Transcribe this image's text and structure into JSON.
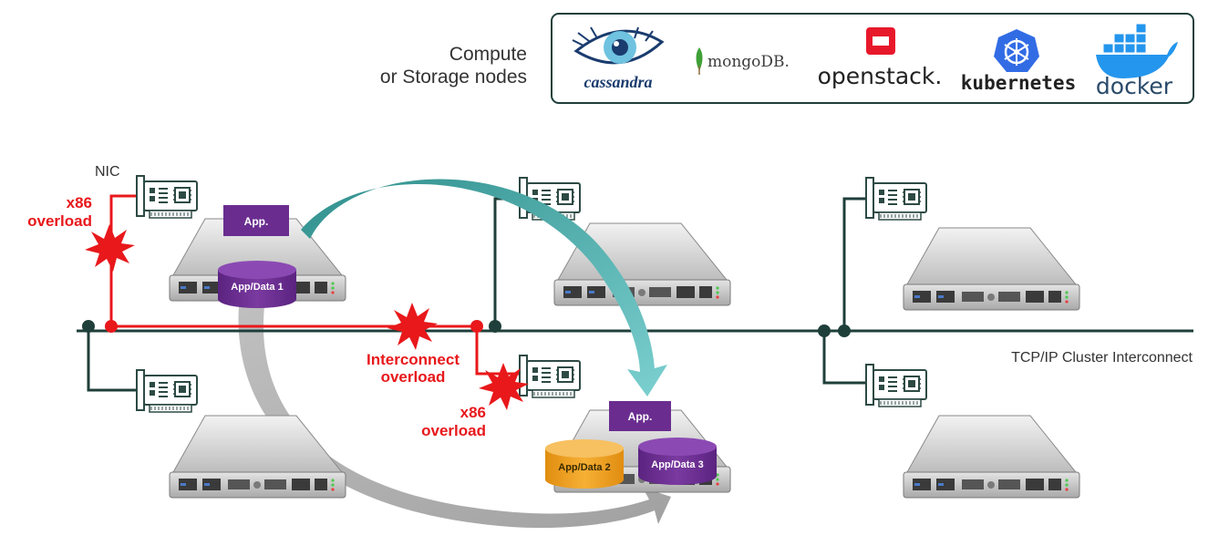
{
  "header": {
    "nodes_label_line1": "Compute",
    "nodes_label_line2": "or Storage nodes",
    "logos": {
      "cassandra": "cassandra",
      "mongodb": "mongoDB.",
      "openstack": "openstack.",
      "kubernetes": "kubernetes",
      "docker": "docker"
    }
  },
  "labels": {
    "nic": "NIC",
    "x86_overload_top_line1": "x86",
    "x86_overload_top_line2": "overload",
    "interconnect_overload_line1": "Interconnect",
    "interconnect_overload_line2": "overload",
    "x86_overload_mid_line1": "x86",
    "x86_overload_mid_line2": "overload",
    "cluster_interconnect": "TCP/IP Cluster Interconnect"
  },
  "badges": {
    "app_top": "App.",
    "app_bottom": "App.",
    "db1": "App/Data 1",
    "db2": "App/Data 2",
    "db3": "App/Data 3"
  },
  "colors": {
    "network": "#1f3f3a",
    "overload": "#e8181b",
    "app_purple": "#6a2d8f",
    "db_orange": "#f0a020",
    "teal_arrow": "#4aa8a8",
    "gray_arrow": "#a8a8a8",
    "box_border": "#1f3f3a",
    "server_gray": "#c8c8c8"
  },
  "icons": [
    "server-icon",
    "nic-card-icon",
    "burst-icon",
    "database-icon",
    "cassandra-eye-icon",
    "mongodb-leaf-icon",
    "openstack-logo-icon",
    "kubernetes-wheel-icon",
    "docker-whale-icon"
  ]
}
